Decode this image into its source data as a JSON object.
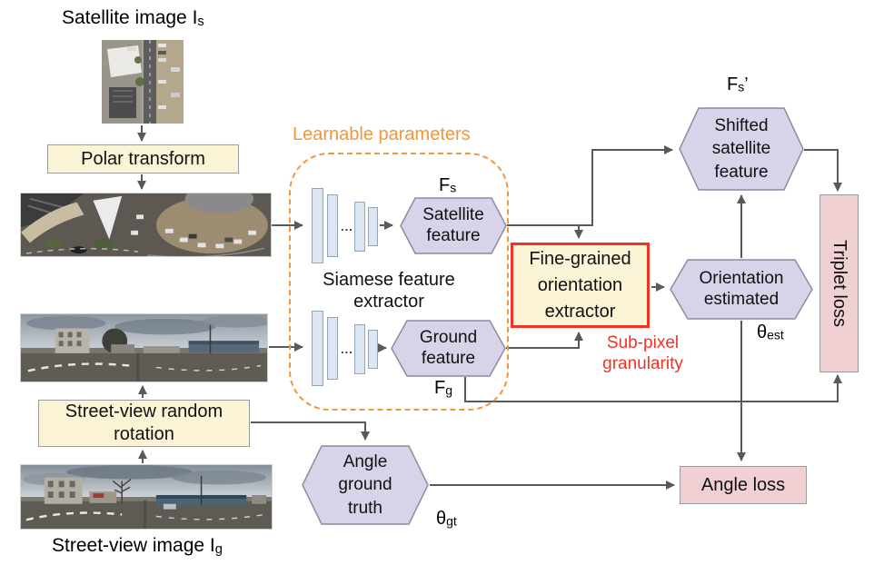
{
  "colors": {
    "accent_orange": "#f0963c",
    "accent_red": "#f03424",
    "node_lavender": "#d9d3e9",
    "process_yellow": "#fbf3d5",
    "loss_pink": "#f0d0d3",
    "arrow_gray": "#595959",
    "cnn_layer_blue": "#dce6f2"
  },
  "titles": {
    "satellite": {
      "pre": "Satellite image I",
      "sub": "s"
    },
    "street_view": {
      "pre": "Street-view image I",
      "sub": "g"
    }
  },
  "nodes": {
    "polar_transform": "Polar transform",
    "learnable_parameters": "Learnable parameters",
    "siamese_extractor": {
      "lines": [
        "Siamese feature",
        "extractor"
      ]
    },
    "satellite_feature": {
      "lines": [
        "Satellite",
        "feature"
      ]
    },
    "ground_feature": {
      "lines": [
        "Ground",
        "feature"
      ]
    },
    "fine_grained": {
      "lines": [
        "Fine-grained",
        "orientation",
        "extractor"
      ]
    },
    "sub_pixel": {
      "lines": [
        "Sub-pixel",
        "granularity"
      ]
    },
    "orientation_estimated": {
      "lines": [
        "Orientation",
        "estimated"
      ]
    },
    "shifted_satellite": {
      "lines": [
        "Shifted",
        "satellite",
        "feature"
      ]
    },
    "angle_ground_truth": {
      "lines": [
        "Angle",
        "ground",
        "truth"
      ]
    },
    "street_random_rotation": {
      "lines": [
        "Street-view random",
        "rotation"
      ]
    },
    "triplet_loss": "Triplet loss",
    "angle_loss": "Angle loss",
    "dots": "..."
  },
  "symbols": {
    "fs": {
      "pre": "F",
      "sub": "s"
    },
    "fg": {
      "pre": "F",
      "sub": "g"
    },
    "fs_shifted": {
      "pre": "F",
      "sub": "s",
      "post": "’"
    },
    "theta_est": {
      "pre": "θ",
      "sub": "est"
    },
    "theta_gt": {
      "pre": "θ",
      "sub": "gt"
    }
  }
}
